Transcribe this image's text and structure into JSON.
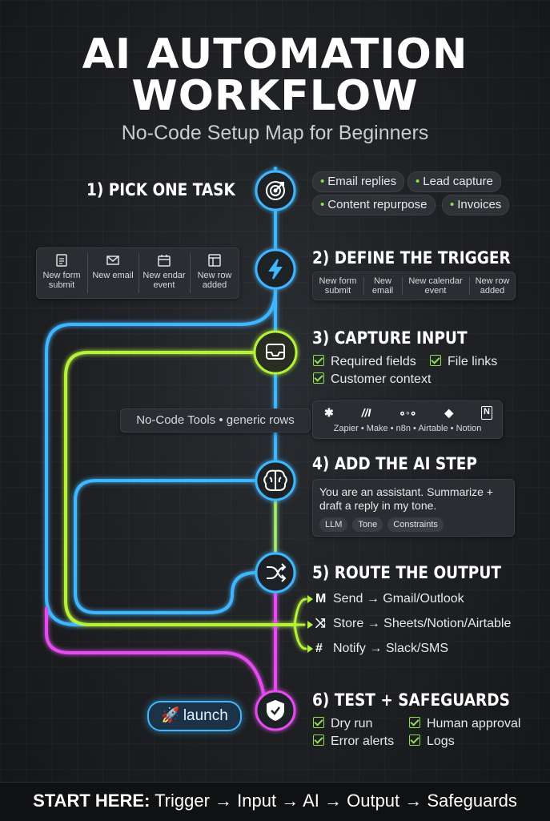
{
  "title_line1": "AI AUTOMATION",
  "title_line2": "WORKFLOW",
  "subtitle": "No-Code Setup Map for Beginners",
  "steps": [
    {
      "label": "1) PICK ONE TASK",
      "icon": "target-icon"
    },
    {
      "label": "2) DEFINE THE TRIGGER",
      "icon": "lightning-icon"
    },
    {
      "label": "3) CAPTURE INPUT",
      "icon": "inbox-icon"
    },
    {
      "label": "4) ADD THE AI STEP",
      "icon": "brain-icon"
    },
    {
      "label": "5) ROUTE THE OUTPUT",
      "icon": "shuffle-icon"
    },
    {
      "label": "6) TEST + SAFEGUARDS",
      "icon": "shield-check-icon"
    }
  ],
  "tasks": [
    "Email replies",
    "Lead capture",
    "Content repurpose",
    "Invoices"
  ],
  "trigger_left": [
    {
      "icon": "document-icon",
      "line1": "New form",
      "line2": "submit"
    },
    {
      "icon": "mail-icon",
      "line1": "New email",
      "line2": ""
    },
    {
      "icon": "calendar-icon",
      "line1": "New endar",
      "line2": "event"
    },
    {
      "icon": "table-icon",
      "line1": "New row",
      "line2": "added"
    }
  ],
  "trigger_right": [
    {
      "line1": "New form",
      "line2": "submit"
    },
    {
      "line1": "New",
      "line2": "email"
    },
    {
      "line1": "New calendar",
      "line2": "event"
    },
    {
      "line1": "New row",
      "line2": "added"
    }
  ],
  "capture": [
    "Required fields",
    "File links",
    "Customer context"
  ],
  "tools_caption": "No-Code Tools • generic rows",
  "tools_row": "Zapier • Make • n8n • Airtable • Notion",
  "tool_icons": [
    "zapier-icon",
    "make-icon",
    "n8n-icon",
    "airtable-icon",
    "notion-icon"
  ],
  "ai_prompt": "You are an assistant. Summarize + draft a reply in my tone.",
  "ai_tags": [
    "LLM",
    "Tone",
    "Constraints"
  ],
  "routes": [
    {
      "icon": "gmail-icon",
      "label": "Send",
      "target": "Gmail/Outlook"
    },
    {
      "icon": "shuffle-icon",
      "label": "Store",
      "target": "Sheets/Notion/Airtable"
    },
    {
      "icon": "slack-icon",
      "label": "Notify",
      "target": "Slack/SMS"
    }
  ],
  "arrow": "→",
  "safeguards": [
    "Dry run",
    "Human approval",
    "Error alerts",
    "Logs"
  ],
  "launch_label": "launch",
  "footer_lead": "START HERE:",
  "footer_flow": "Trigger → Input → AI → Output → Safeguards",
  "colors": {
    "blue": "#3fb6ff",
    "green": "#b6f23a",
    "magenta": "#e64cf0",
    "check": "#8ee04a"
  }
}
